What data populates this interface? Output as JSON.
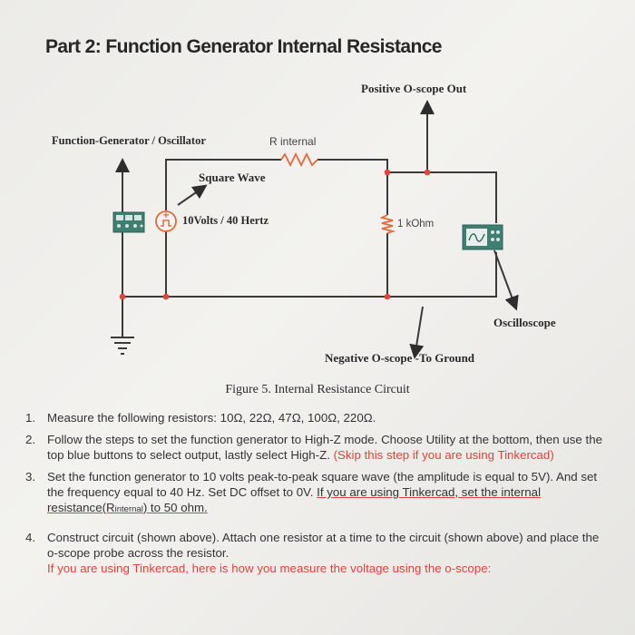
{
  "title": "Part 2: Function Generator Internal Resistance",
  "figure": {
    "labels": {
      "positive_scope_out": "Positive O-scope Out",
      "function_generator": "Function-Generator / Oscillator",
      "r_internal": "R internal",
      "square_wave": "Square Wave",
      "source_value": "10Volts / 40 Hertz",
      "resistor_value": "1 kOhm",
      "oscilloscope": "Oscilloscope",
      "negative_scope": "Negative O-scope -To Ground"
    },
    "caption": "Figure 5. Internal Resistance Circuit"
  },
  "colors": {
    "wire": "#3a3a3a",
    "node": "#e0453a",
    "resistor": "#e06a3a",
    "device_green": "#3e7f72",
    "link_red": "#e0413f"
  },
  "steps": [
    {
      "number": "1.",
      "text": "Measure the following resistors: 10Ω, 22Ω, 47Ω, 100Ω, 220Ω."
    },
    {
      "number": "2.",
      "text": "Follow the steps to set the function generator to High-Z mode. Choose Utility at the bottom, then use the top blue buttons to select output, lastly select High-Z. ",
      "note": "(Skip this step if you are using Tinkercad)"
    },
    {
      "number": "3.",
      "text": "Set the function generator to 10 volts peak-to-peak square wave (the amplitude is equal to 5V). And set the frequency equal to 40 Hz. Set DC offset to 0V. ",
      "note_a": "If you are using Tinkercad, set the internal resistance(R",
      "note_sub": "internal",
      "note_b": ") to 50 ohm."
    },
    {
      "number": "4.",
      "text": "Construct circuit (shown above). Attach one resistor at a time to the circuit (shown above) and place the o-scope probe across the resistor.",
      "note": "If you are using Tinkercad, here is how you measure the voltage using the o-scope:"
    }
  ]
}
